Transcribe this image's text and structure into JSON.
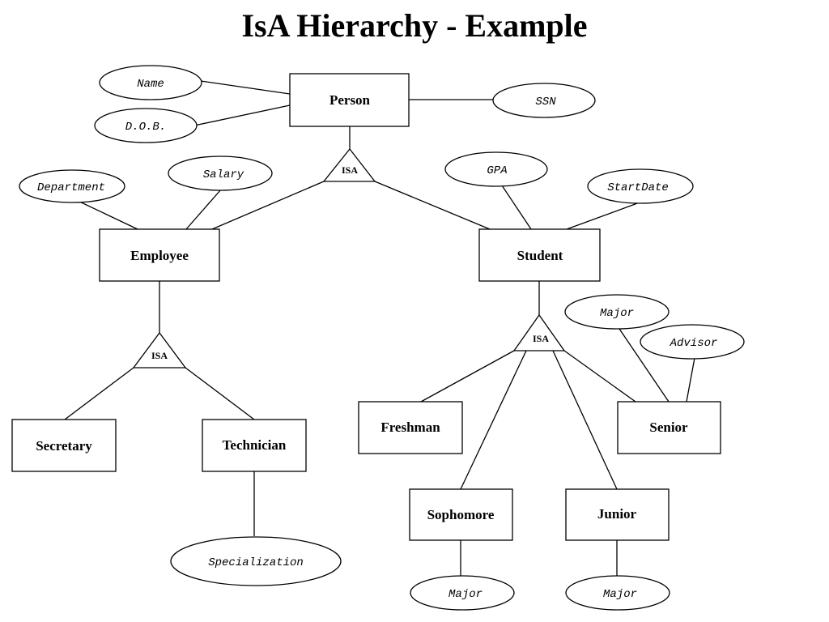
{
  "title": "IsA Hierarchy - Example",
  "entities": {
    "person": "Person",
    "employee": "Employee",
    "student": "Student",
    "secretary": "Secretary",
    "technician": "Technician",
    "freshman": "Freshman",
    "sophomore": "Sophomore",
    "junior": "Junior",
    "senior": "Senior"
  },
  "attributes": {
    "name": "Name",
    "dob": "D.O.B.",
    "ssn": "SSN",
    "department": "Department",
    "salary": "Salary",
    "gpa": "GPA",
    "startdate": "StartDate",
    "major_senior": "Major",
    "advisor": "Advisor",
    "specialization": "Specialization",
    "major_sophomore": "Major",
    "major_junior": "Major"
  },
  "isa": {
    "person": "ISA",
    "employee": "ISA",
    "student": "ISA"
  }
}
